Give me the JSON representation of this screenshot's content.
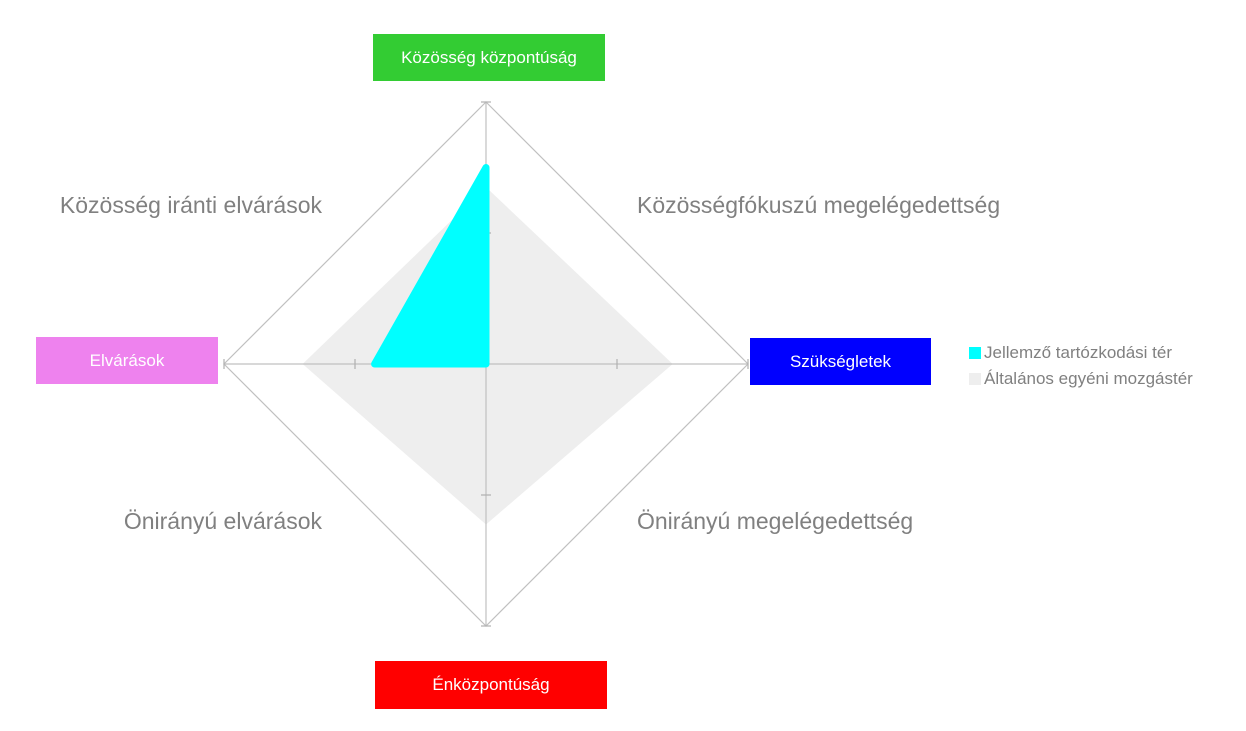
{
  "axes": {
    "top": {
      "label": "Közösség központúság",
      "color": "#33cc33"
    },
    "right": {
      "label": "Szükségletek",
      "color": "#0000ff"
    },
    "bottom": {
      "label": "Énközpontúság",
      "color": "#ff0000"
    },
    "left": {
      "label": "Elvárások",
      "color": "#ee82ee"
    }
  },
  "quadrants": {
    "top_left": "Közösség iránti elvárások",
    "top_right": "Közösségfókuszú megelégedettség",
    "bottom_left": "Önirányú elvárások",
    "bottom_right": "Önirányú megelégedettség"
  },
  "legend": {
    "items": [
      {
        "label": "Jellemző tartózkodási tér",
        "color": "#00ffff"
      },
      {
        "label": "Általános egyéni mozgástér",
        "color": "#eeeeee"
      }
    ]
  },
  "chart_data": {
    "type": "radar",
    "axes_order": [
      "Közösség központúság",
      "Szükségletek",
      "Énközpontúság",
      "Elvárások"
    ],
    "range": [
      0,
      4
    ],
    "series": [
      {
        "name": "Jellemző tartózkodási tér",
        "values": [
          3.0,
          0,
          0,
          1.7
        ],
        "color": "#00ffff"
      },
      {
        "name": "Általános egyéni mozgástér",
        "values": [
          2.7,
          2.85,
          2.45,
          2.8
        ],
        "color": "#eeeeee"
      }
    ]
  }
}
